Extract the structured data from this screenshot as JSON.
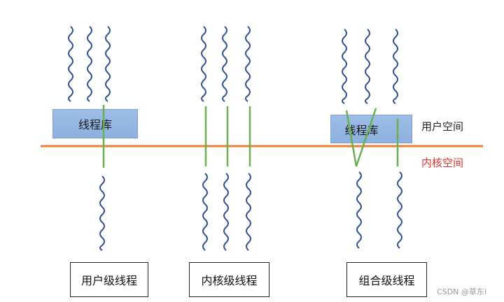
{
  "models": [
    {
      "label": "用户级线程",
      "library_label": "线程库"
    },
    {
      "label": "内核级线程"
    },
    {
      "label": "组合级线程",
      "library_label": "线程库"
    }
  ],
  "spaces": {
    "user": "用户空间",
    "kernel": "内核空间"
  },
  "colors": {
    "boundary": "#ed7d31",
    "thread_wave": "#2f4f8f",
    "mapping_line": "#6ab04c",
    "library_fill": "#8eb0df",
    "kernel_label": "#e0302a",
    "user_label": "#222222"
  },
  "watermark": "CSDN @草东i"
}
